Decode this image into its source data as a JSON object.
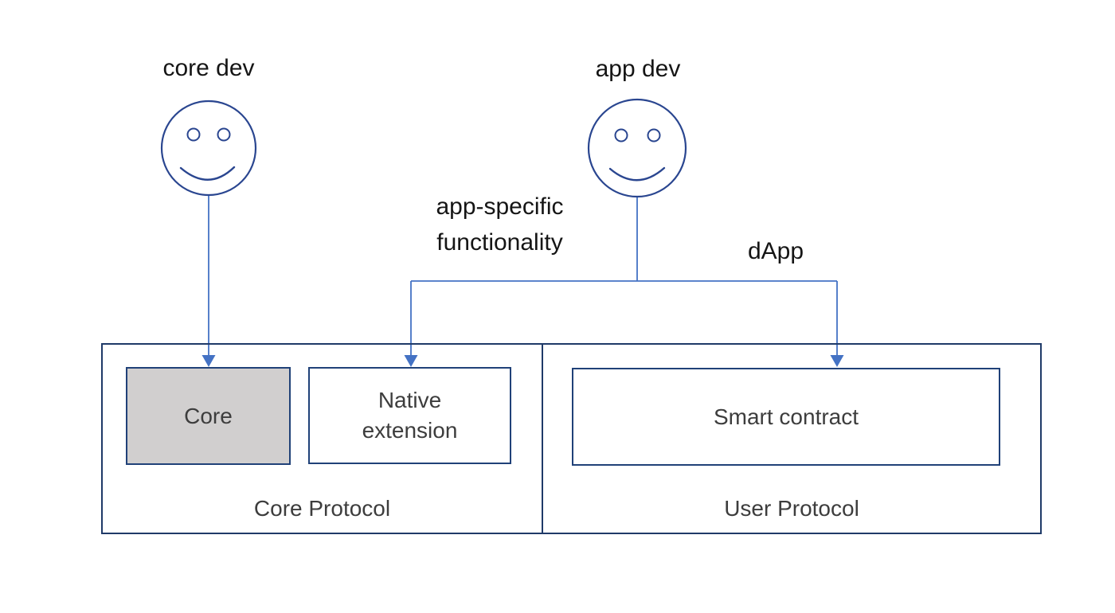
{
  "diagram": {
    "title": "protocol architecture diagram",
    "colors": {
      "background": "#ffffff",
      "connector_blue": "#4472c4",
      "face_stroke_navy": "#2a4690",
      "container_border_navy": "#1f3a68",
      "box_border_navy": "#204178",
      "core_box_fill_gray": "#d1cfcf",
      "annotation_text": "#151515",
      "box_label_text": "#3d3d3d"
    },
    "actors": [
      {
        "id": "core-dev",
        "label": "core dev"
      },
      {
        "id": "app-dev",
        "label": "app dev"
      }
    ],
    "annotations": {
      "app_specific": "app-specific\nfunctionality",
      "dapp": "dApp"
    },
    "containers": [
      {
        "label": "Core Protocol",
        "boxes": [
          {
            "label": "Core",
            "filled": true
          },
          {
            "label": "Native\nextension",
            "filled": false
          }
        ]
      },
      {
        "label": "User Protocol",
        "boxes": [
          {
            "label": "Smart contract",
            "filled": false
          }
        ]
      }
    ],
    "edges": [
      {
        "from": "core dev",
        "to": "Core",
        "label": ""
      },
      {
        "from": "app dev",
        "to": "Native extension",
        "label": "app-specific functionality"
      },
      {
        "from": "app dev",
        "to": "Smart contract",
        "label": "dApp"
      }
    ]
  }
}
